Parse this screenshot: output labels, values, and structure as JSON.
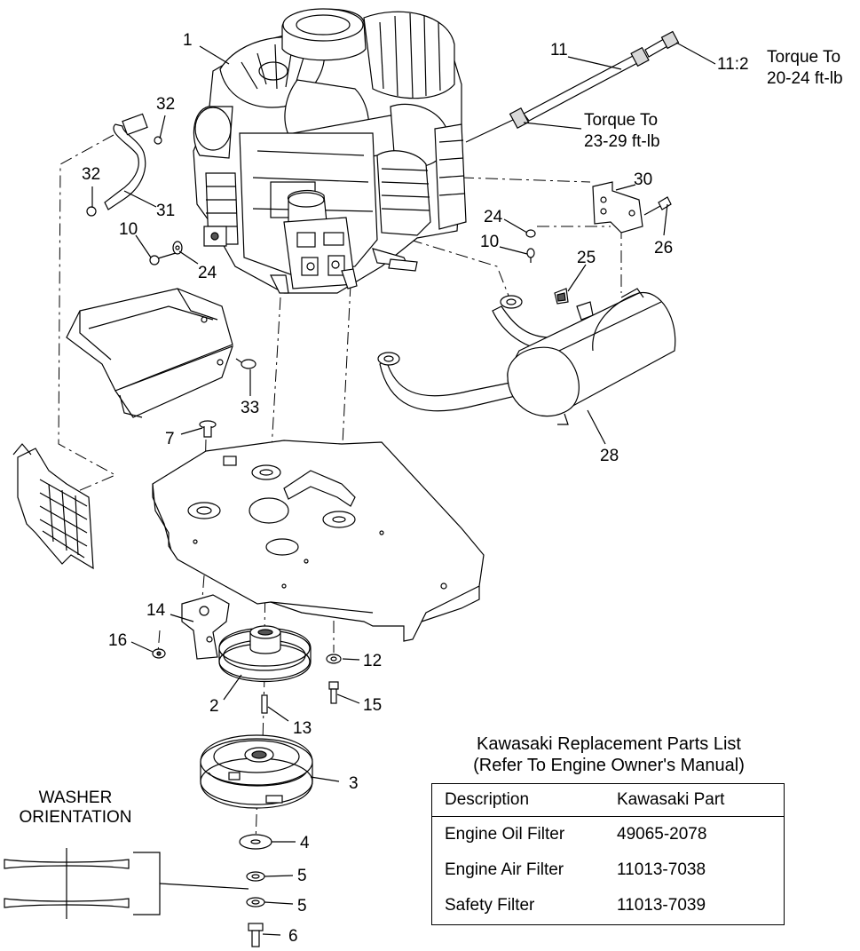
{
  "callouts": [
    {
      "id": "c1",
      "text": "1"
    },
    {
      "id": "c11",
      "text": "11"
    },
    {
      "id": "c11_2",
      "text": "11:2"
    },
    {
      "id": "c32a",
      "text": "32"
    },
    {
      "id": "c32b",
      "text": "32"
    },
    {
      "id": "c31",
      "text": "31"
    },
    {
      "id": "c10a",
      "text": "10"
    },
    {
      "id": "c24a",
      "text": "24"
    },
    {
      "id": "c24b",
      "text": "24"
    },
    {
      "id": "c10b",
      "text": "10"
    },
    {
      "id": "c30",
      "text": "30"
    },
    {
      "id": "c26",
      "text": "26"
    },
    {
      "id": "c25",
      "text": "25"
    },
    {
      "id": "c33",
      "text": "33"
    },
    {
      "id": "c28",
      "text": "28"
    },
    {
      "id": "c7",
      "text": "7"
    },
    {
      "id": "c14",
      "text": "14"
    },
    {
      "id": "c16",
      "text": "16"
    },
    {
      "id": "c12",
      "text": "12"
    },
    {
      "id": "c2",
      "text": "2"
    },
    {
      "id": "c15",
      "text": "15"
    },
    {
      "id": "c13",
      "text": "13"
    },
    {
      "id": "c3",
      "text": "3"
    },
    {
      "id": "c4",
      "text": "4"
    },
    {
      "id": "c5a",
      "text": "5"
    },
    {
      "id": "c5b",
      "text": "5"
    },
    {
      "id": "c6",
      "text": "6"
    }
  ],
  "torque_notes": {
    "upper": {
      "line1": "Torque To",
      "line2": "20-24 ft-lb"
    },
    "lower": {
      "line1": "Torque To",
      "line2": "23-29 ft-lb"
    }
  },
  "washer_orientation": {
    "line1": "WASHER",
    "line2": "ORIENTATION"
  },
  "parts_list": {
    "title_line1": "Kawasaki Replacement Parts List",
    "title_line2": "(Refer To Engine Owner's Manual)",
    "headers": {
      "description": "Description",
      "part": "Kawasaki Part"
    },
    "rows": [
      {
        "description": "Engine Oil Filter",
        "part": "49065-2078"
      },
      {
        "description": "Engine Air Filter",
        "part": "11013-7038"
      },
      {
        "description": "Safety Filter",
        "part": "11013-7039"
      }
    ]
  }
}
